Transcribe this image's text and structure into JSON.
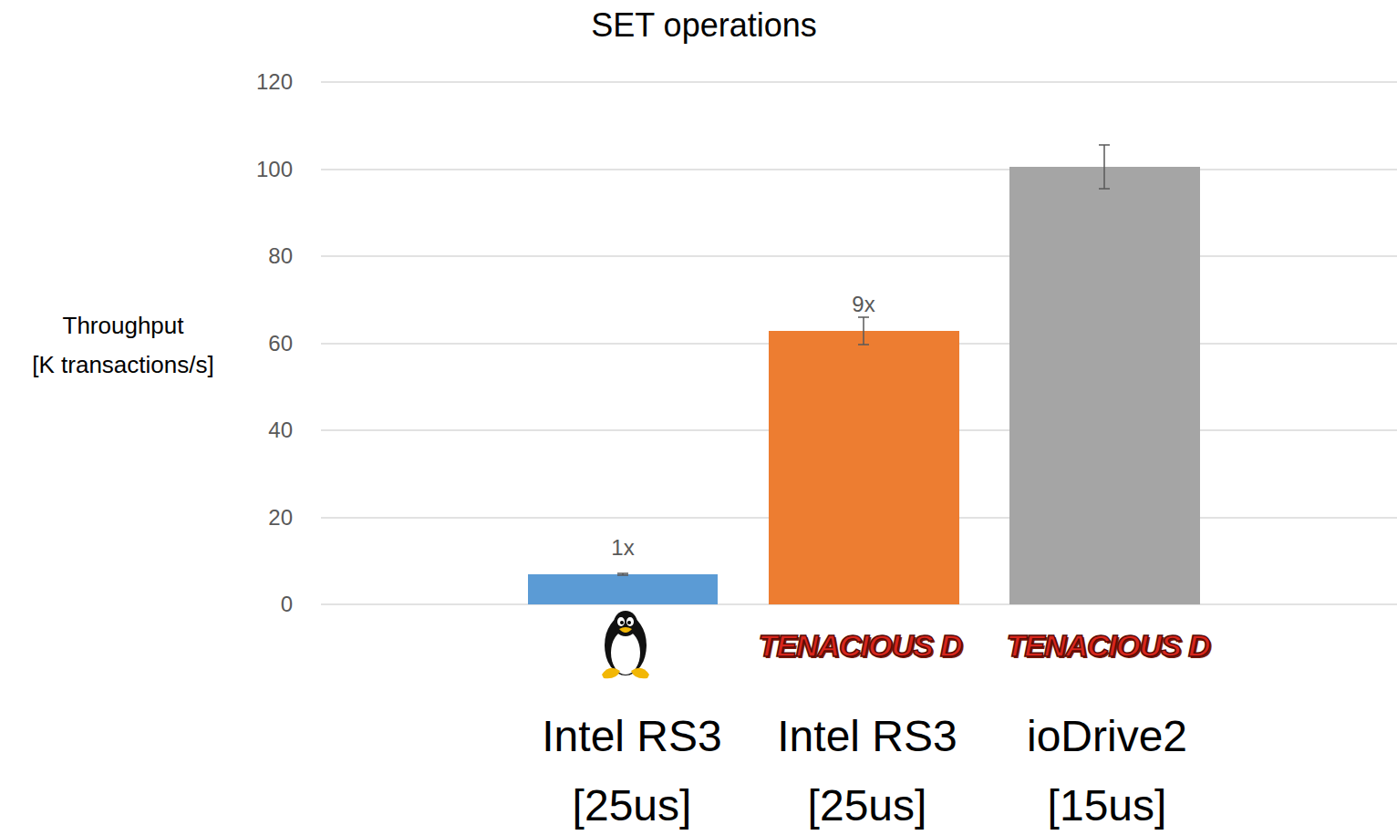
{
  "diagram": {
    "title": "SET operations",
    "labels": [
      "120",
      "100",
      "80",
      "60",
      "40",
      "20",
      "0",
      "Throughput",
      "[K transactions/s]",
      "1x",
      "9x",
      "TENACIOUS D",
      "TENACIOUS D",
      "Intel RS3",
      "[25us]",
      "Intel RS3",
      "[25us]",
      "ioDrive2",
      "[15us]"
    ]
  }
}
